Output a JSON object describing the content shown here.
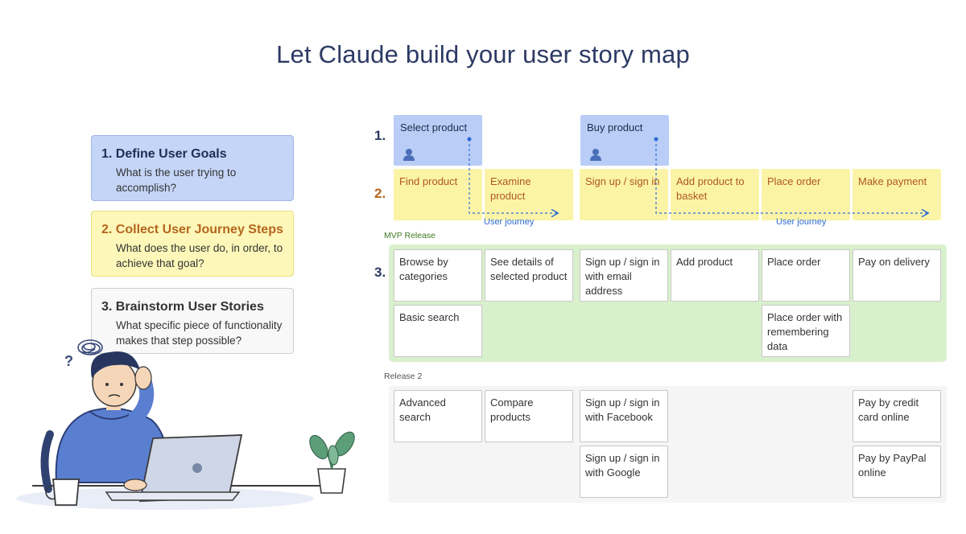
{
  "title": "Let Claude build your user story map",
  "steps": [
    {
      "heading": "1. Define User Goals",
      "desc": "What is the user trying to accomplish?"
    },
    {
      "heading": "2. Collect User Journey Steps",
      "desc": "What does the user do, in order, to achieve that goal?"
    },
    {
      "heading": "3. Brainstorm User Stories",
      "desc": "What specific piece of functionality makes that step possible?"
    }
  ],
  "row_numbers": [
    "1.",
    "2.",
    "3."
  ],
  "goals": [
    "Select product",
    "Buy product"
  ],
  "activities": [
    "Find product",
    "Examine product",
    "Sign up / sign in",
    "Add product to basket",
    "Place order",
    "Make payment"
  ],
  "journey_label": "User journey",
  "lanes": {
    "mvp": "MVP Release",
    "release2": "Release 2"
  },
  "mvp_stories": [
    {
      "col": 0,
      "row": 0,
      "text": "Browse by categories"
    },
    {
      "col": 1,
      "row": 0,
      "text": "See details of selected product"
    },
    {
      "col": 2,
      "row": 0,
      "text": "Sign up / sign in with email address"
    },
    {
      "col": 3,
      "row": 0,
      "text": "Add product"
    },
    {
      "col": 4,
      "row": 0,
      "text": "Place order"
    },
    {
      "col": 5,
      "row": 0,
      "text": "Pay on delivery"
    },
    {
      "col": 0,
      "row": 1,
      "text": "Basic search"
    },
    {
      "col": 4,
      "row": 1,
      "text": "Place order with remembering data"
    }
  ],
  "release2_stories": [
    {
      "col": 0,
      "row": 0,
      "text": "Advanced search"
    },
    {
      "col": 1,
      "row": 0,
      "text": "Compare products"
    },
    {
      "col": 2,
      "row": 0,
      "text": "Sign up / sign in with Facebook"
    },
    {
      "col": 5,
      "row": 0,
      "text": "Pay by credit card online"
    },
    {
      "col": 2,
      "row": 1,
      "text": "Sign up / sign in with Google"
    },
    {
      "col": 5,
      "row": 1,
      "text": "Pay by PayPal online"
    }
  ],
  "colors": {
    "goal": "#b9cdf6",
    "activity": "#fbf4a7",
    "mvp": "#d9f0cc",
    "journey": "#2d6ad6"
  }
}
